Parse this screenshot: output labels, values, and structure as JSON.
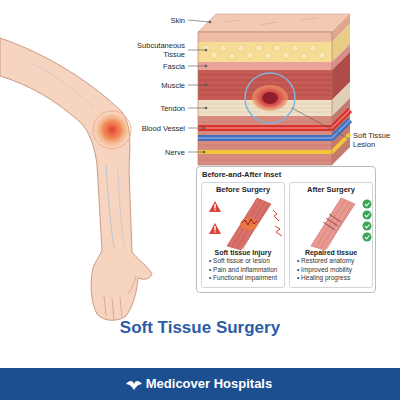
{
  "diagram": {
    "title": "Soft Tissue Surgery",
    "nodes": [
      {
        "text": [
          "Before-and-After Inset"
        ]
      },
      {
        "text": [
          "Before Surgery",
          "Soft tissue Injury",
          "• Soft tissue or lesion",
          "• Pain and inflammation",
          "• Functional impairment"
        ],
        "in": 0
      },
      {
        "text": [
          "After Surgery",
          "Repaired tissue",
          "• Restored anatomy",
          "• Improved mobility",
          "• Healing progress"
        ],
        "in": 0
      },
      {
        "text": [
          "Medicover Hospitals"
        ]
      }
    ],
    "labels": [
      "Skin",
      "Subcutaneous Tissue",
      "Fascia",
      "Muscle",
      "Tendon",
      "Blood Vessel",
      "Nerve",
      "Soft Tissue Lesion"
    ]
  }
}
